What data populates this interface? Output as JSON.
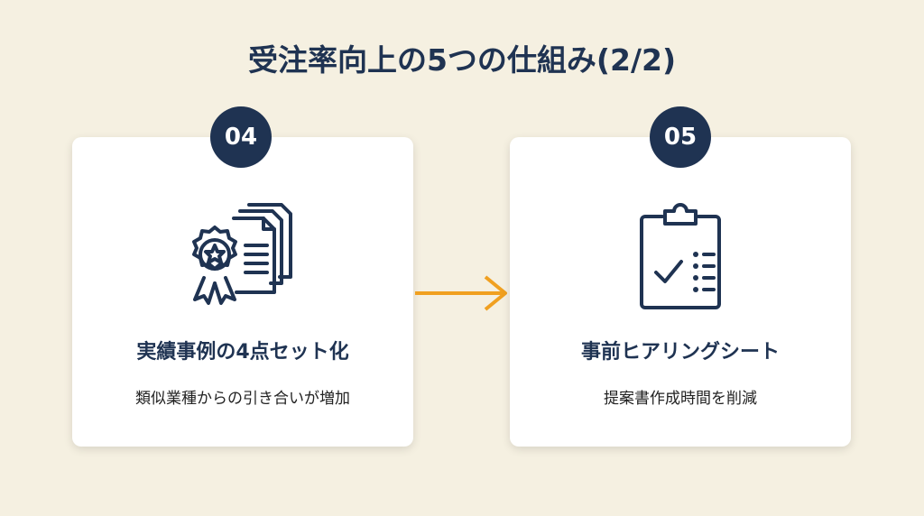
{
  "title": "受注率向上の5つの仕組み(2/2)",
  "steps": [
    {
      "number": "04",
      "icon": "award-documents-icon",
      "title": "実績事例の4点セット化",
      "subtitle": "類似業種からの引き合いが増加"
    },
    {
      "number": "05",
      "icon": "clipboard-checklist-icon",
      "title": "事前ヒアリングシート",
      "subtitle": "提案書作成時間を削減"
    }
  ],
  "colors": {
    "navy": "#1f3352",
    "accent": "#f0a020",
    "background": "#f5f0e1"
  }
}
